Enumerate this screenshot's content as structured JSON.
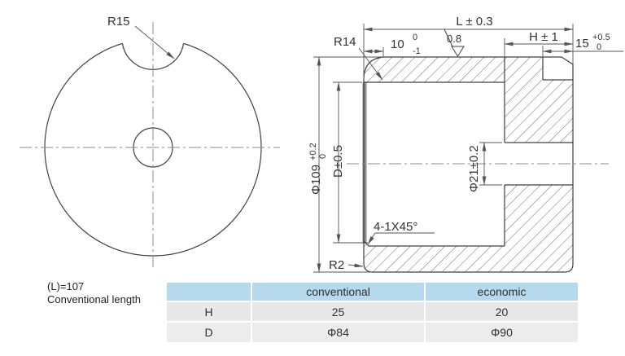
{
  "front_view": {
    "radius_label": "R15"
  },
  "section_view": {
    "dims": {
      "length": "L ± 0.3",
      "corner_radius": "R14",
      "depth": {
        "base": "10",
        "sup": "0",
        "sub": "-1"
      },
      "roughness": "0.8",
      "end_thickness": "H ± 1",
      "recess_depth": {
        "base": "15",
        "sup": "+0.5",
        "sub": "0"
      },
      "outer_diameter": {
        "base": "Φ109",
        "sup": "+0.2",
        "sub": "0"
      },
      "bore_diameter": "D±0.5",
      "hole_diameter": "Φ21±0.2",
      "chamfer": "4-1X45°",
      "bottom_radius": "R2"
    }
  },
  "notes": {
    "line1": "(L)=107",
    "line2": "Conventional length"
  },
  "spec_table": {
    "headers": [
      "",
      "conventional",
      "economic"
    ],
    "rows": [
      {
        "param": "H",
        "conventional": "25",
        "economic": "20"
      },
      {
        "param": "D",
        "conventional": "Φ84",
        "economic": "Φ90"
      }
    ]
  },
  "colors": {
    "outline": "#404040",
    "dimension": "#555555",
    "centerline": "#8a8a8a",
    "gray_band": "#8e8e8e",
    "table_header": "#b7d9ee",
    "table_row1": "#e8e8e9",
    "table_row2": "#ececed"
  }
}
